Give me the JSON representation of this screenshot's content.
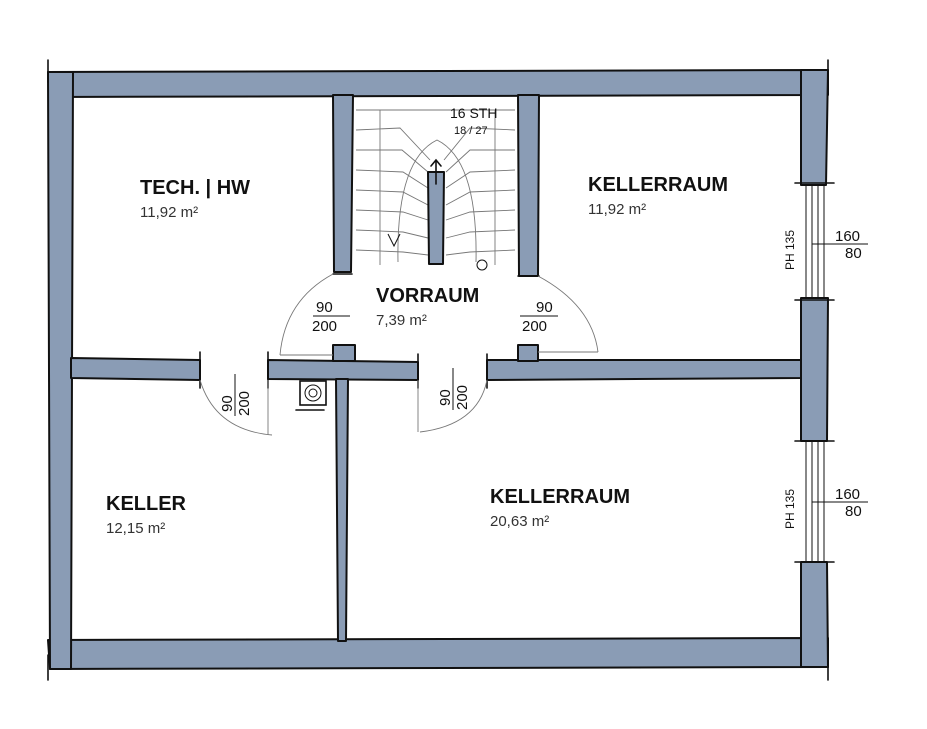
{
  "rooms": [
    {
      "name": "TECH. | HW",
      "area": "11,92 m²"
    },
    {
      "name": "KELLERRAUM",
      "area": "11,92 m²"
    },
    {
      "name": "VORRAUM",
      "area": "7,39 m²"
    },
    {
      "name": "KELLER",
      "area": "12,15 m²"
    },
    {
      "name": "KELLERRAUM",
      "area": "20,63 m²"
    }
  ],
  "stair": {
    "label": "16 STH",
    "ratio": "18 / 27"
  },
  "doors": [
    {
      "width": "90",
      "height": "200"
    },
    {
      "width": "90",
      "height": "200"
    },
    {
      "width": "90",
      "height": "200"
    },
    {
      "width": "90",
      "height": "200"
    }
  ],
  "windows": [
    {
      "parapet": "PH 135",
      "width": "160",
      "height": "80"
    },
    {
      "parapet": "PH 135",
      "width": "160",
      "height": "80"
    }
  ],
  "colors": {
    "wall": "#8a9cb5",
    "line": "#111111"
  }
}
